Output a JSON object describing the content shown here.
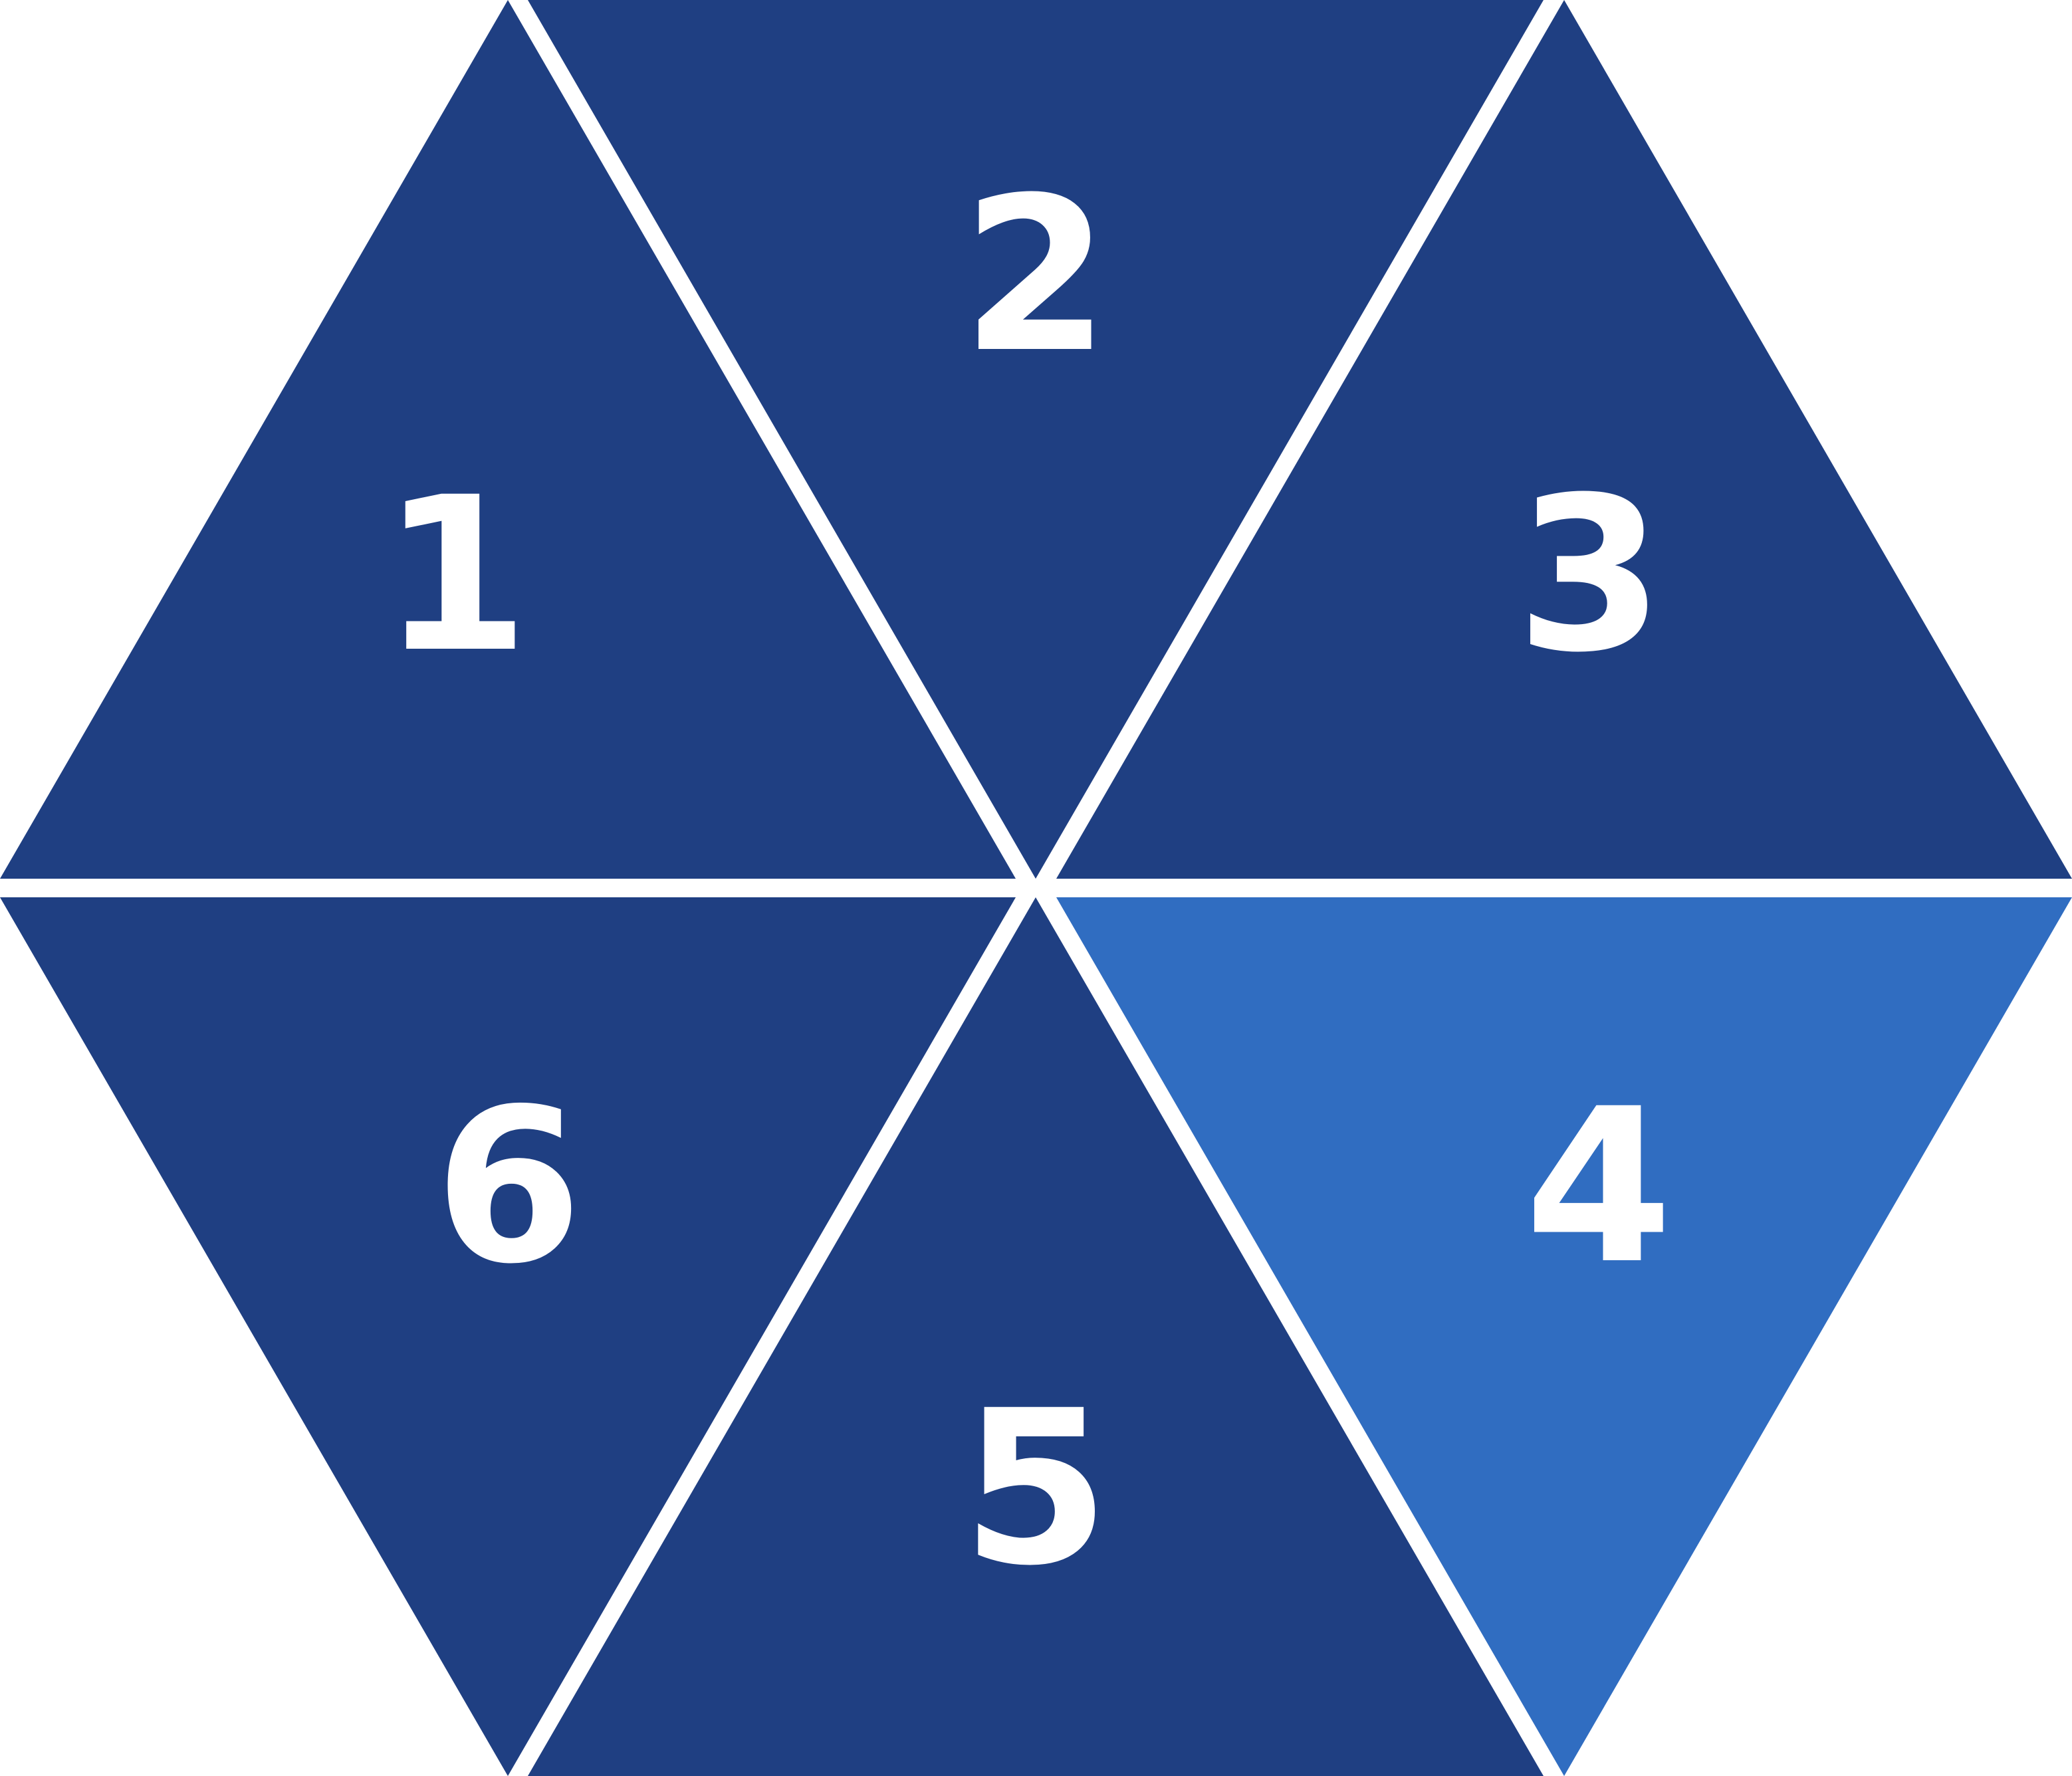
{
  "colors": {
    "segment_default": "#1F3F82",
    "segment_highlight": "#306DC1",
    "label": "#FFFFFF",
    "background": "#FFFFFF"
  },
  "segments": [
    {
      "label": "1",
      "highlighted": false
    },
    {
      "label": "2",
      "highlighted": false
    },
    {
      "label": "3",
      "highlighted": false
    },
    {
      "label": "4",
      "highlighted": true
    },
    {
      "label": "5",
      "highlighted": false
    },
    {
      "label": "6",
      "highlighted": false
    }
  ]
}
